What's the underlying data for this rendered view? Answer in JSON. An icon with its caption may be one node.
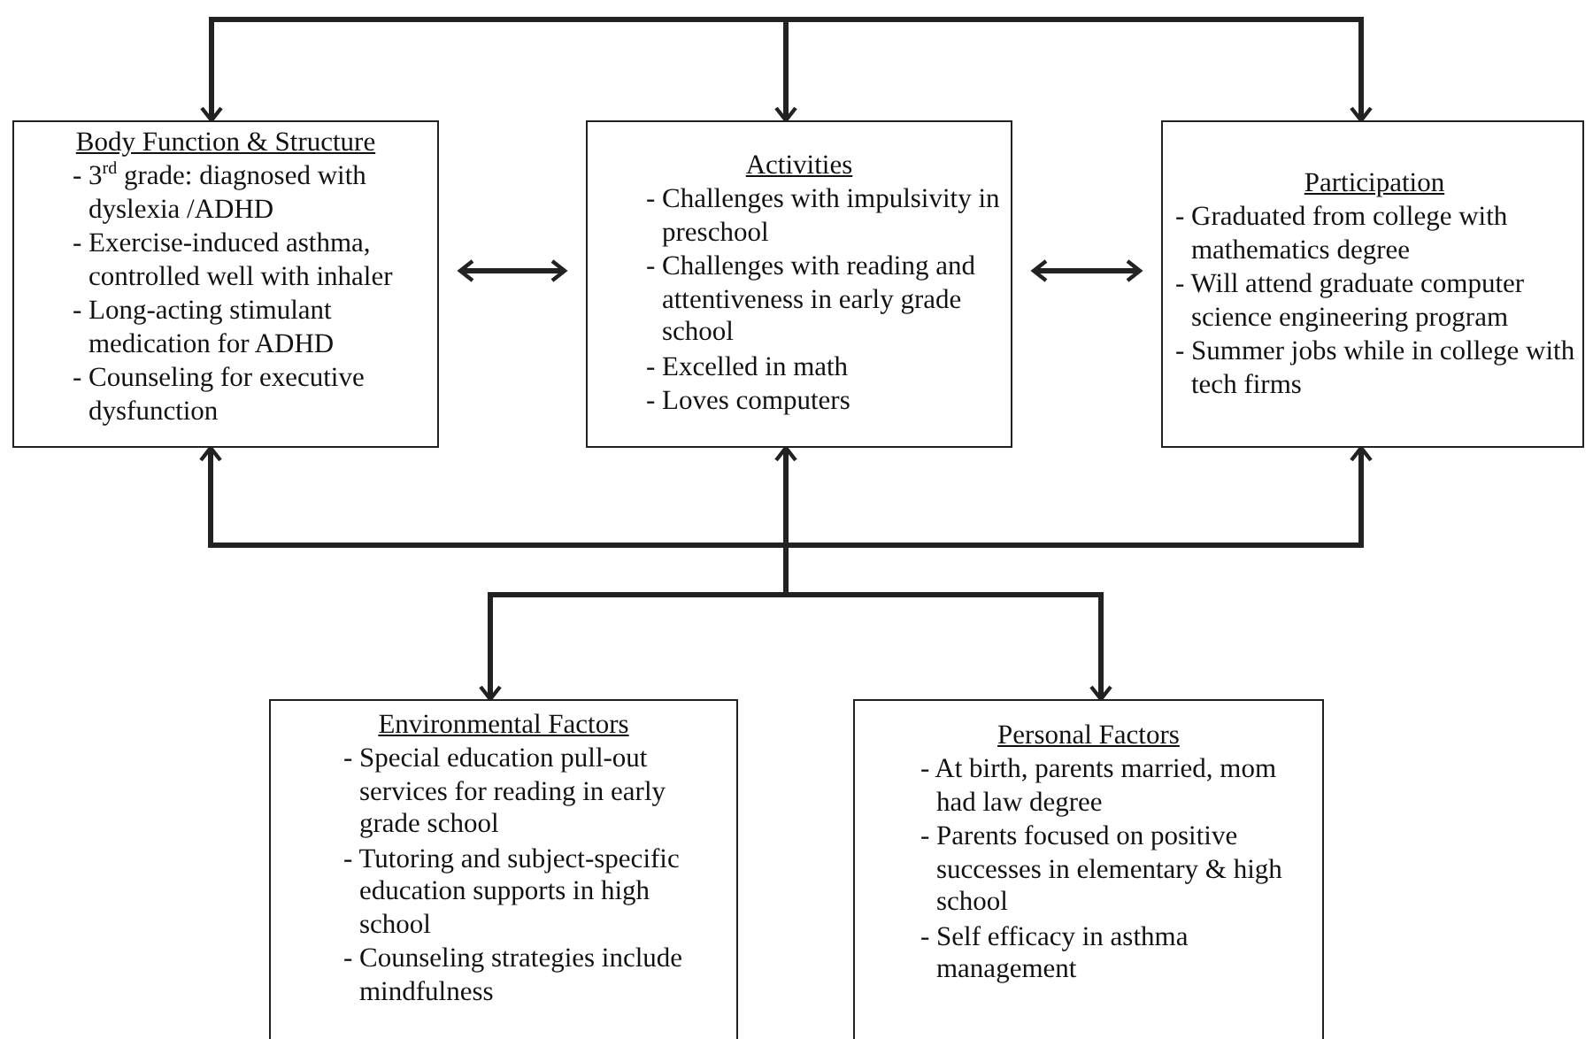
{
  "diagram": {
    "nodes": [
      {
        "text": [
          "Body Function & Structure",
          "- 3$^{rd}$ grade: diagnosed with dyslexia /ADHD",
          "- Exercise-induced asthma, controlled well with inhaler",
          "- Long-acting stimulant medication for ADHD",
          "- Counseling for executive dysfunction"
        ]
      },
      {
        "text": [
          "Activities",
          "- Challenges with impulsivity in preschool",
          "- Challenges with reading and attentiveness in early grade school",
          "- Excelled in math",
          "- Loves computers"
        ]
      },
      {
        "text": [
          "Participation",
          "- Graduated from college with mathematics degree",
          "- Will attend graduate computer science engineering program",
          "- Summer jobs while in college with tech firms"
        ]
      },
      {
        "text": [
          "Environmental Factors",
          "- Special education pull-out services for reading in early grade school",
          "- Tutoring and subject-specific education supports in high school",
          "- Counseling strategies include mindfulness"
        ]
      },
      {
        "text": [
          "Personal Factors",
          "- At birth, parents married, mom had law degree",
          "- Parents focused on positive successes in elementary & high school",
          "- Self efficacy in asthma management"
        ]
      }
    ],
    "edges": [
      {
        "from": null,
        "to": 0,
        "arrow": "to"
      },
      {
        "from": null,
        "to": 1,
        "arrow": "to"
      },
      {
        "from": null,
        "to": 2,
        "arrow": "to"
      },
      {
        "from": 0,
        "to": 1,
        "arrow": "both"
      },
      {
        "from": 1,
        "to": 2,
        "arrow": "both"
      },
      {
        "from": null,
        "to": 0,
        "arrow": "to"
      },
      {
        "from": null,
        "to": 1,
        "arrow": "to"
      },
      {
        "from": null,
        "to": 2,
        "arrow": "to"
      },
      {
        "from": null,
        "to": 3,
        "arrow": "to"
      },
      {
        "from": null,
        "to": 4,
        "arrow": "to"
      }
    ]
  }
}
